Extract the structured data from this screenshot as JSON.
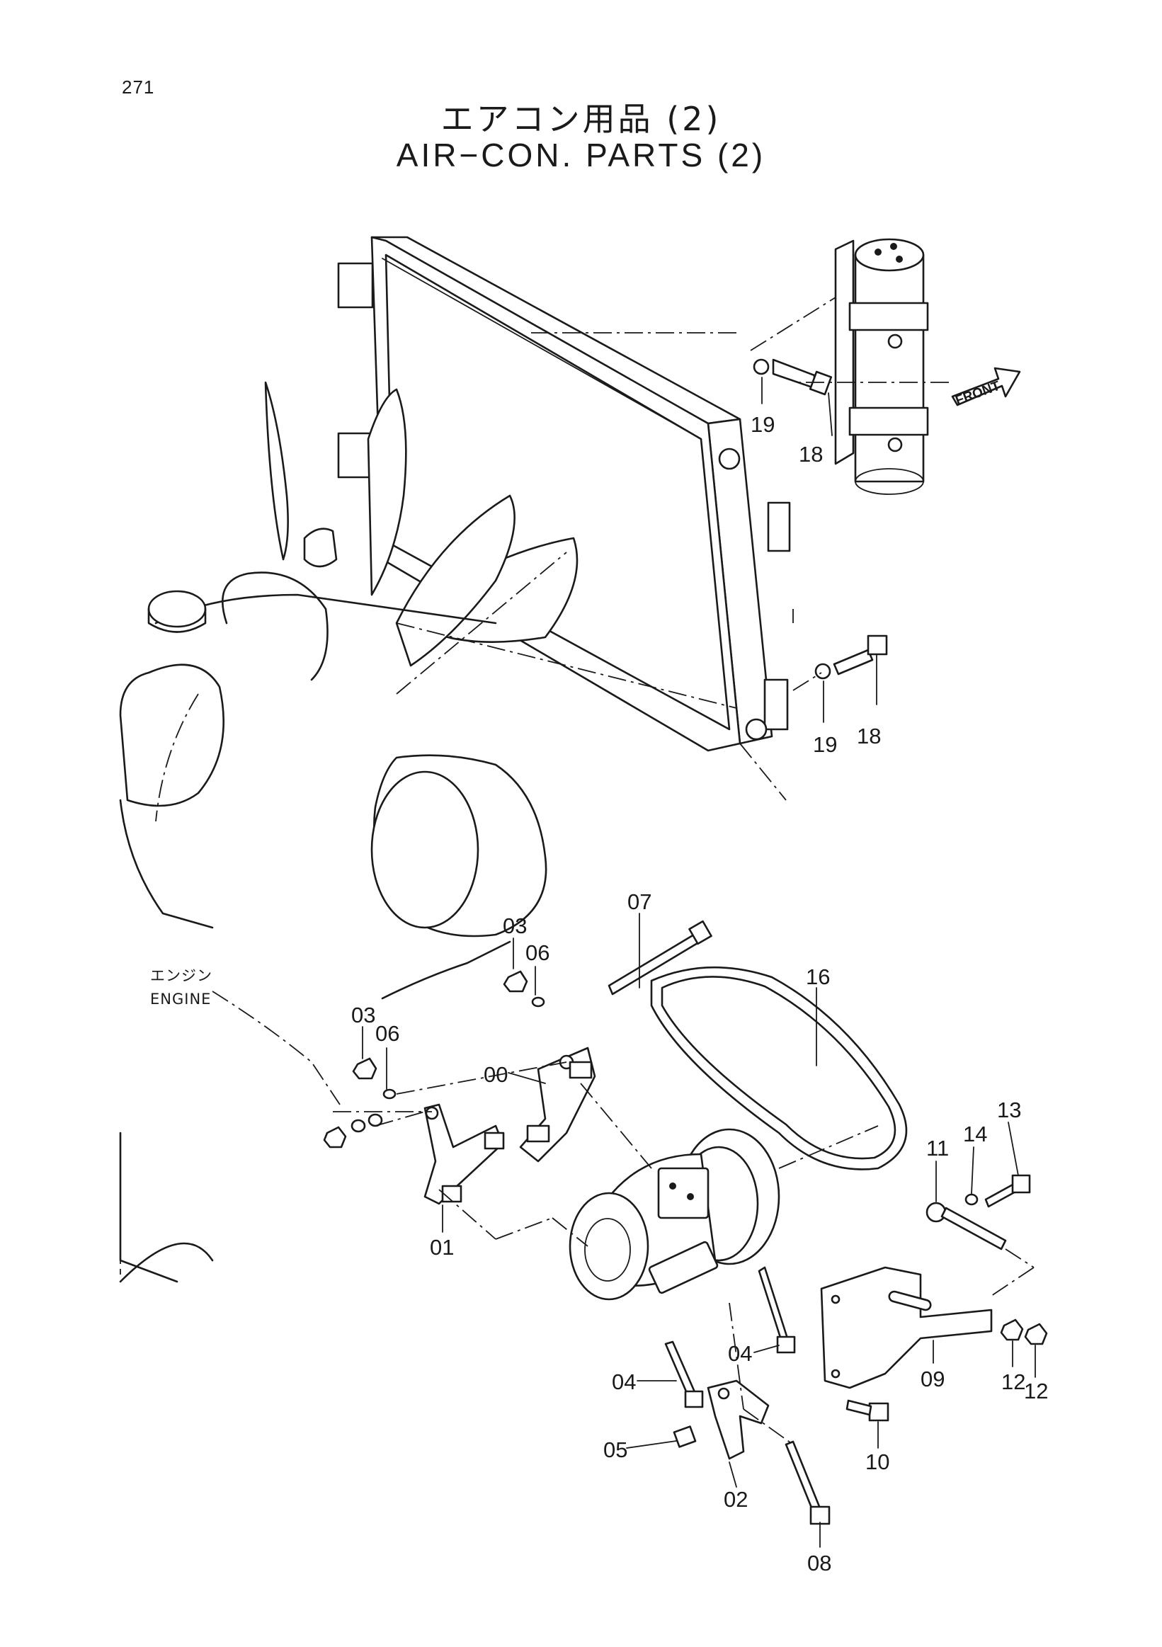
{
  "page_number": "271",
  "title_jp": "エアコン用品 (2)",
  "title_en": "AIR−CON. PARTS (2)",
  "engine_label_jp": "エンジン",
  "engine_label_en": "ENGINE",
  "front_label": "FRONT",
  "callouts": [
    "00",
    "01",
    "02",
    "03",
    "03",
    "04",
    "04",
    "05",
    "06",
    "06",
    "07",
    "08",
    "09",
    "10",
    "11",
    "12",
    "12",
    "13",
    "14",
    "16",
    "18",
    "18",
    "19",
    "19"
  ]
}
